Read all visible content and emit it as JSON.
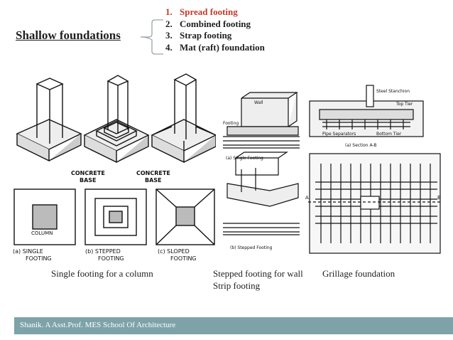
{
  "slide": {
    "title": "Shallow foundations",
    "list": [
      {
        "num": "1.",
        "label": "Spread footing",
        "active": true
      },
      {
        "num": "2.",
        "label": "Combined footing",
        "active": false
      },
      {
        "num": "3.",
        "label": "Strap footing",
        "active": false
      },
      {
        "num": "4.",
        "label": "Mat (raft) foundation",
        "active": false
      }
    ],
    "captions": {
      "single": "Single footing  for a column",
      "stepped_1": "Stepped footing for wall",
      "stepped_2": "Strip footing",
      "grillage": "Grillage foundation"
    },
    "drawing_labels": {
      "concrete_base": "CONCRETE\nBASE",
      "column": "COLUMN",
      "single": "(a) SINGLE\nFOOTING",
      "stepped": "(b) STEPPED\nFOOTING",
      "sloped": "(c) SLOPED\nFOOTING",
      "steel_stanchion": "Steel Stanchion",
      "top_tier": "Top Tier",
      "pipe_separators": "Pipe Separators",
      "bottom_tier": "Bottom Tier",
      "section_ab": "(a) Section A-B",
      "single_footing_wall": "(a) Single Footing",
      "stepped_footing_wall": "(b) Stepped Footing",
      "wall": "Wall",
      "footing": "Footing",
      "a_mark": "A",
      "b_mark": "B"
    },
    "footer": "Shanik. A Asst.Prof. MES School Of Architecture",
    "colors": {
      "active": "#c0392b",
      "footer": "#7da3a8",
      "text": "#1f1f1f"
    }
  }
}
